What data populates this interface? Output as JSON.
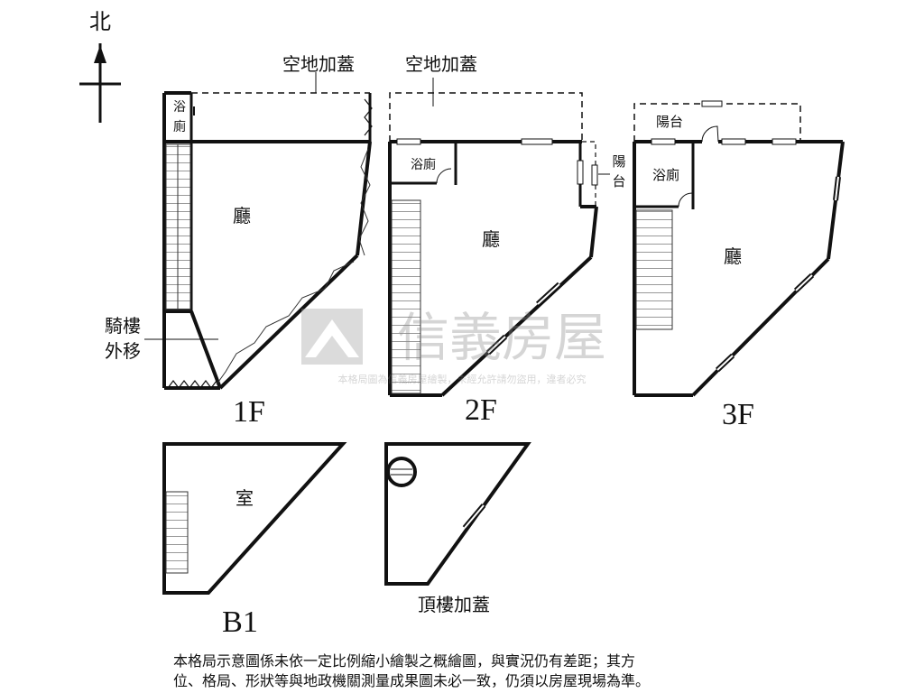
{
  "compass": {
    "north": "北"
  },
  "floors": {
    "f1": {
      "label": "1F",
      "rooms": {
        "bath": [
          "浴",
          "廁"
        ],
        "hall": "廳",
        "arcade": [
          "騎樓",
          "外移"
        ]
      },
      "annex": "空地加蓋"
    },
    "f2": {
      "label": "2F",
      "rooms": {
        "bath": "浴廁",
        "hall": "廳",
        "balcony": [
          "陽",
          "台"
        ]
      },
      "annex": "空地加蓋"
    },
    "f3": {
      "label": "3F",
      "rooms": {
        "balcony": "陽台",
        "bath": "浴廁",
        "hall": "廳"
      }
    },
    "b1": {
      "label": "B1",
      "rooms": {
        "room": "室"
      }
    },
    "roof": {
      "label": "頂樓加蓋"
    }
  },
  "watermark": {
    "brand": "信義房屋",
    "note": "本格局圖為信義房屋繪製，未經允許請勿盜用，違者必究"
  },
  "disclaimer": {
    "line1": "本格局示意圖係未依一定比例縮小繪製之概繪圖，與實況仍有差距；其方",
    "line2": "位、格局、形狀等與地政機關測量成果圖未必一致，仍須以房屋現場為準。"
  }
}
